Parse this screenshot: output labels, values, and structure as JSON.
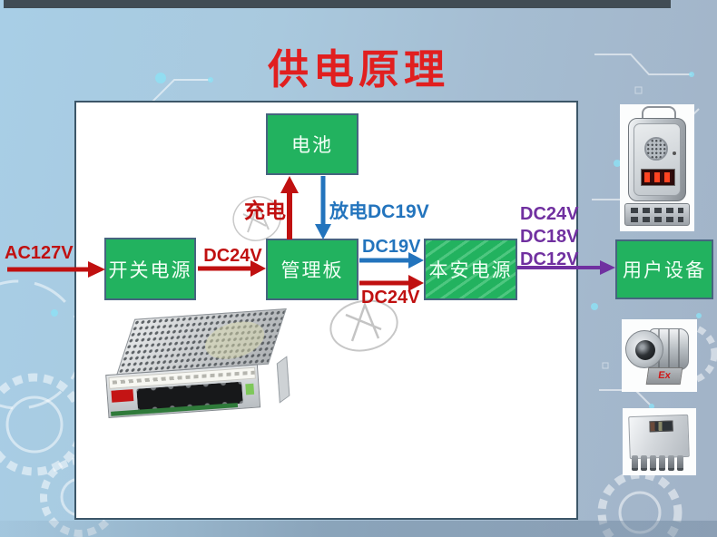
{
  "title": "供电原理",
  "diagram": {
    "nodes": {
      "battery": "电池",
      "switching_psu": "开关电源",
      "mgmt_board": "管理板",
      "isafe_psu": "本安电源",
      "user_device": "用户设备"
    },
    "labels": {
      "ac_in": "AC127V",
      "psu_to_mgmt": "DC24V",
      "charge": "充电",
      "discharge": "放电DC19V",
      "mgmt_to_isafe_blue": "DC19V",
      "mgmt_to_isafe_red": "DC24V",
      "isafe_out_1": "DC24V",
      "isafe_out_2": "DC18V",
      "isafe_out_3": "DC12V"
    }
  },
  "devices": {
    "camera_badge": "Ex"
  },
  "colors": {
    "title_red": "#e11f1f",
    "arrow_red": "#c01010",
    "arrow_blue": "#2374bd",
    "arrow_purple": "#7030a0",
    "node_green": "#22b25f",
    "node_border": "#46647f",
    "background_blue": "#a8cee6"
  }
}
